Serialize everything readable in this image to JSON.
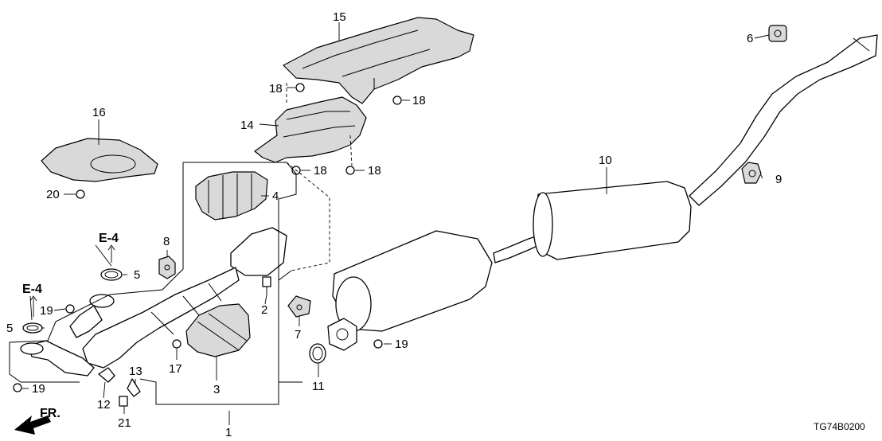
{
  "diagram_code": "TG74B0200",
  "direction_label": "FR.",
  "callouts": {
    "c1": "1",
    "c2": "2",
    "c3": "3",
    "c4": "4",
    "c5a": "5",
    "c5b": "5",
    "c6": "6",
    "c7": "7",
    "c8": "8",
    "c9": "9",
    "c10": "10",
    "c11": "11",
    "c12": "12",
    "c13": "13",
    "c14": "14",
    "c15": "15",
    "c16": "16",
    "c17": "17",
    "c18a": "18",
    "c18b": "18",
    "c18c": "18",
    "c18d": "18",
    "c19a": "19",
    "c19b": "19",
    "c19c": "19",
    "c20": "20",
    "c21": "21"
  },
  "section_refs": {
    "e4a": "E-4",
    "e4b": "E-4"
  }
}
